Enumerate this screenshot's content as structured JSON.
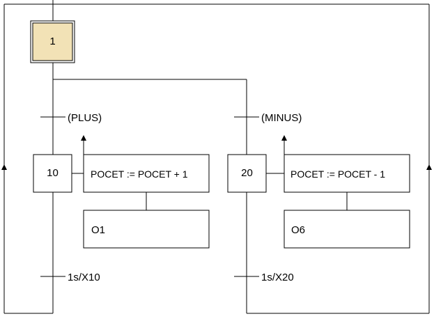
{
  "initial_step": {
    "label": "1",
    "fill": "#f2e2b6"
  },
  "branches": [
    {
      "transition_in": "(PLUS)",
      "step": "10",
      "action": "POCET := POCET + 1",
      "output": "O1",
      "transition_out": "1s/X10"
    },
    {
      "transition_in": "(MINUS)",
      "step": "20",
      "action": "POCET := POCET - 1",
      "output": "O6",
      "transition_out": "1s/X20"
    }
  ]
}
